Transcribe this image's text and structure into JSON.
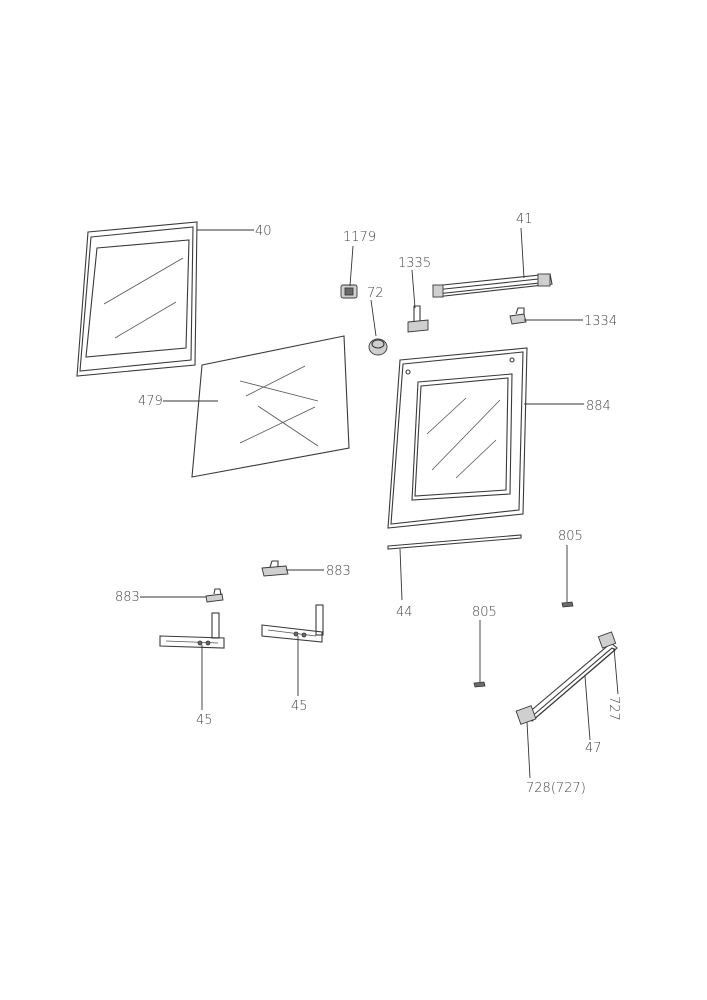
{
  "labels": {
    "l40": "40",
    "l41": "41",
    "l1179": "1179",
    "l1335": "1335",
    "l72": "72",
    "l1334": "1334",
    "l479": "479",
    "l884": "884",
    "l805a": "805",
    "l883a": "883",
    "l883b": "883",
    "l44": "44",
    "l805b": "805",
    "l45a": "45",
    "l45b": "45",
    "l727": "727",
    "l47": "47",
    "l728": "728(727)"
  }
}
